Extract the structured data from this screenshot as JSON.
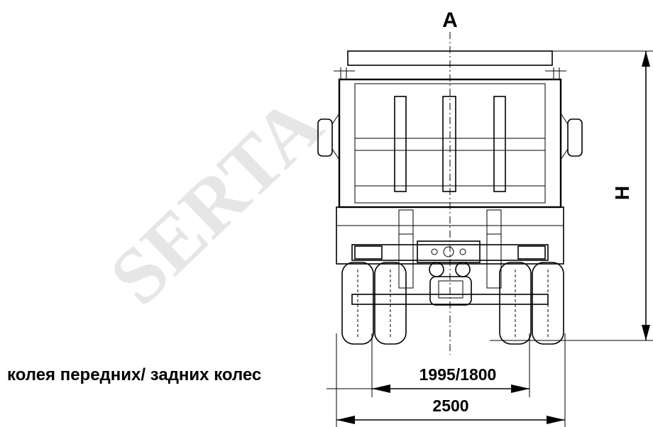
{
  "drawing": {
    "view_label": "A",
    "height_label": "H",
    "track_caption": "колея передних/ задних колес",
    "track_value": "1995/1800",
    "width_value": "2500",
    "watermark": "SERTA"
  }
}
